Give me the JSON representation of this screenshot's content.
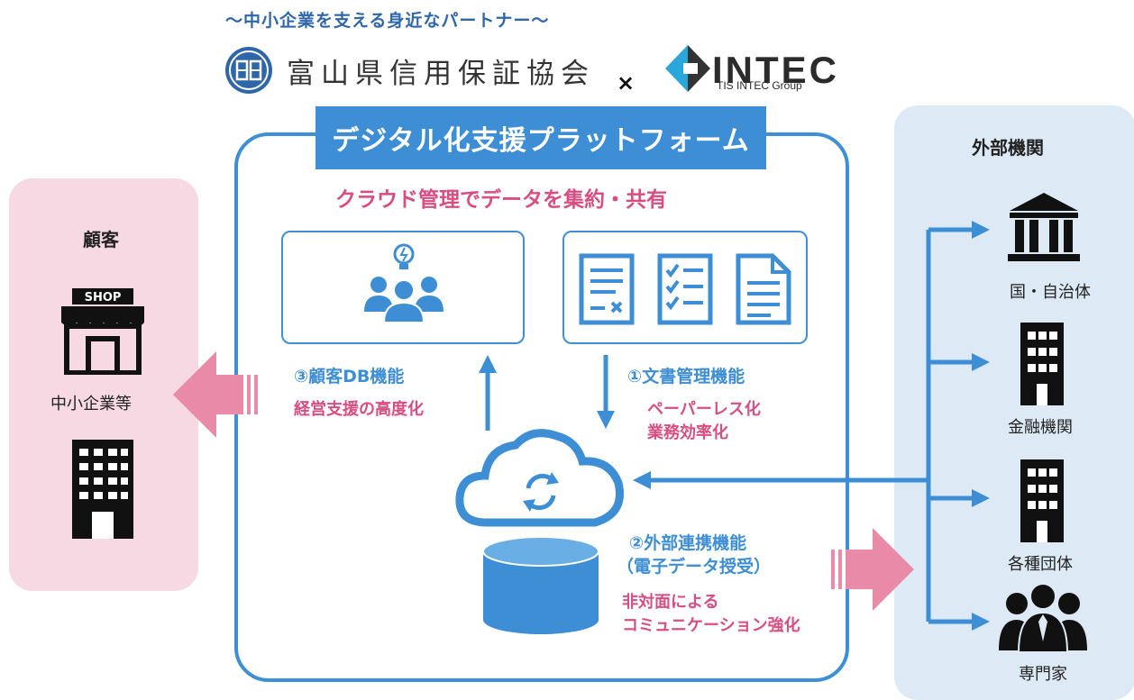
{
  "header": {
    "tagline": "〜中小企業を支える身近なパートナー〜",
    "org_name": "富山県信用保証協会",
    "times": "×",
    "partner_name": "INTEC",
    "partner_sub": "TIS INTEC Group"
  },
  "platform": {
    "title": "デジタル化支援プラットフォーム",
    "subtitle": "クラウド管理でデータを集約・共有",
    "function1": {
      "title": "①文書管理機能",
      "lines": [
        "ペーパーレス化",
        "業務効率化"
      ]
    },
    "function2": {
      "title": "②外部連携機能",
      "sub": "（電子データ授受）",
      "lines": [
        "非対面による",
        "コミュニケーション強化"
      ]
    },
    "function3": {
      "title": "③顧客DB機能",
      "lines": [
        "経営支援の高度化"
      ]
    }
  },
  "customer": {
    "title": "顧客",
    "label": "中小企業等",
    "shop_sign": "SHOP"
  },
  "external": {
    "title": "外部機関",
    "items": [
      {
        "label": "国・自治体",
        "icon": "government-building-icon"
      },
      {
        "label": "金融機関",
        "icon": "office-building-icon"
      },
      {
        "label": "各種団体",
        "icon": "office-building-icon"
      },
      {
        "label": "専門家",
        "icon": "professionals-group-icon"
      }
    ]
  },
  "colors": {
    "blue": "#3d8ed4",
    "pink": "#d94d82",
    "left_bg": "#f6d9e2",
    "right_bg": "#ddeaf6"
  }
}
